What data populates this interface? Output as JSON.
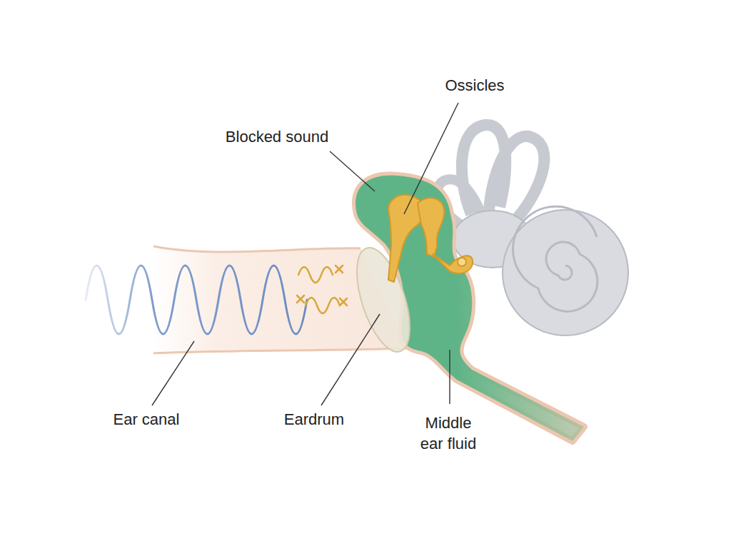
{
  "diagram": {
    "labels": [
      "Blocked sound",
      "Ossicles",
      "Ear canal",
      "Eardrum",
      "Middle ear fluid"
    ]
  }
}
